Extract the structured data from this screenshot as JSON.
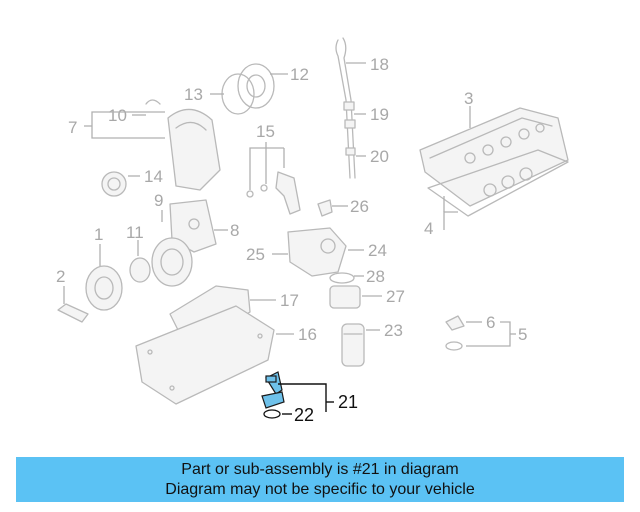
{
  "callouts": {
    "c1": "1",
    "c2": "2",
    "c3": "3",
    "c4": "4",
    "c5": "5",
    "c6": "6",
    "c7": "7",
    "c8": "8",
    "c9": "9",
    "c10": "10",
    "c11": "11",
    "c12": "12",
    "c13": "13",
    "c14": "14",
    "c15": "15",
    "c16": "16",
    "c17": "17",
    "c18": "18",
    "c19": "19",
    "c20": "20",
    "c21": "21",
    "c22": "22",
    "c23": "23",
    "c24": "24",
    "c25": "25",
    "c26": "26",
    "c27": "27",
    "c28": "28"
  },
  "highlight_color": "#6ec1ea",
  "banner": {
    "line1": "Part or sub-assembly is #21 in diagram",
    "line2": "Diagram may not be specific to your vehicle",
    "color": "#5bc2f4"
  }
}
